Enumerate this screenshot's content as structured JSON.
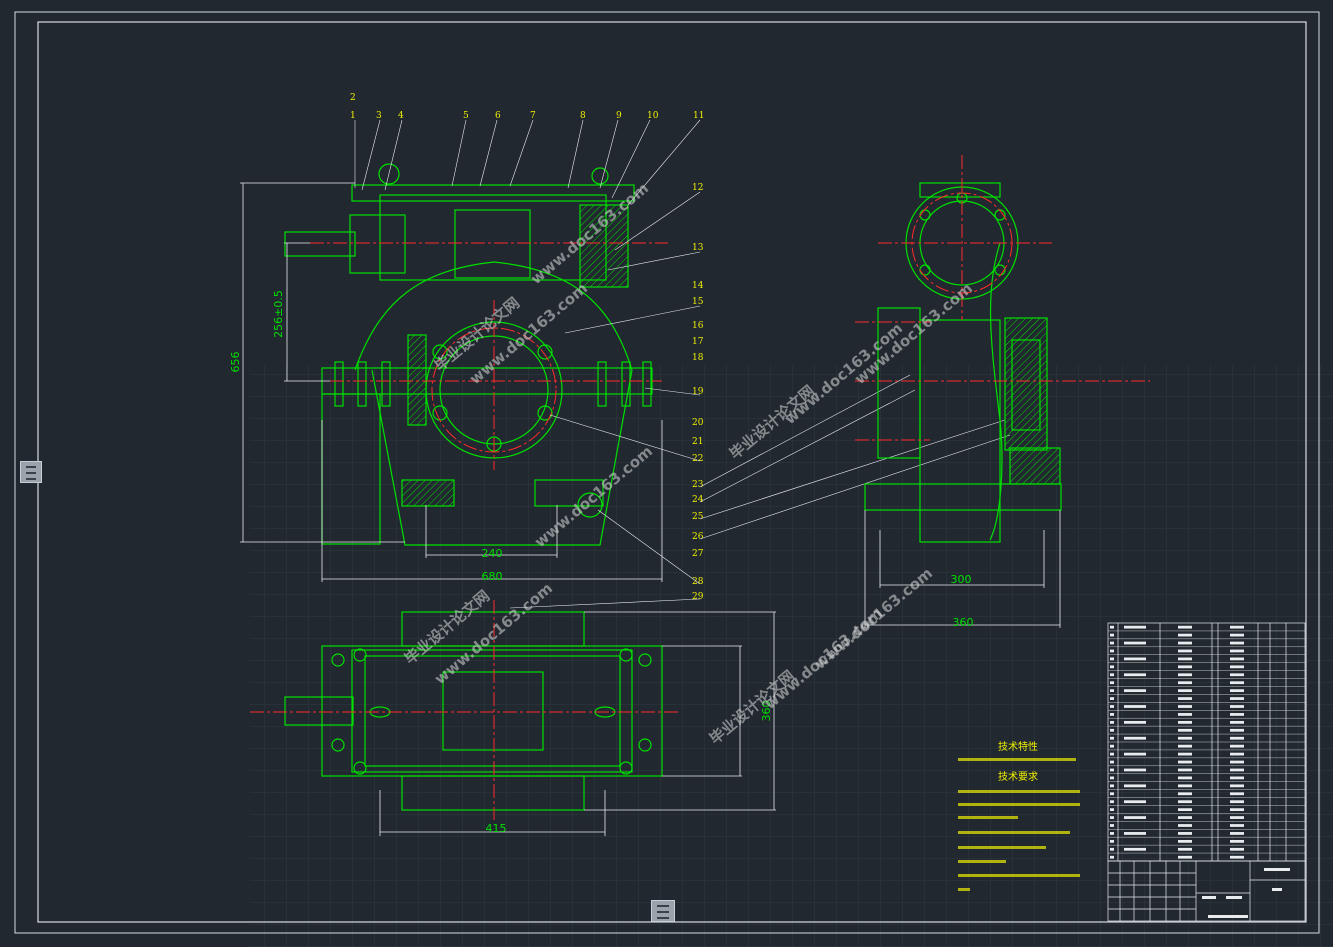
{
  "drawing": {
    "part_numbers": [
      "1",
      "2",
      "3",
      "4",
      "5",
      "6",
      "7",
      "8",
      "9",
      "10",
      "11",
      "12",
      "13",
      "14",
      "15",
      "16",
      "17",
      "18",
      "19",
      "20",
      "21",
      "22",
      "23",
      "24",
      "25",
      "26",
      "27",
      "28",
      "29"
    ],
    "dimensions": {
      "overall_height": "656",
      "center_height": "256±0.5",
      "base_bolt_span": "240",
      "base_length": "680",
      "side_width": "300",
      "side_base_width": "360",
      "top_length": "415",
      "top_width": "360"
    },
    "watermarks": [
      "毕业设计论文网",
      "www.doc163.com"
    ],
    "notes": {
      "title_1": "技术特性",
      "title_2": "技术要求"
    }
  },
  "colors": {
    "background": "#212830",
    "outline": "#00e000",
    "centerline": "#ff2a2a",
    "dimension": "#ffffff",
    "text": "#f0f000",
    "hatch": "#ff40ff"
  },
  "ui": {
    "side_button_icon": "collapse-icon",
    "bottom_button_icon": "layout-icon"
  }
}
